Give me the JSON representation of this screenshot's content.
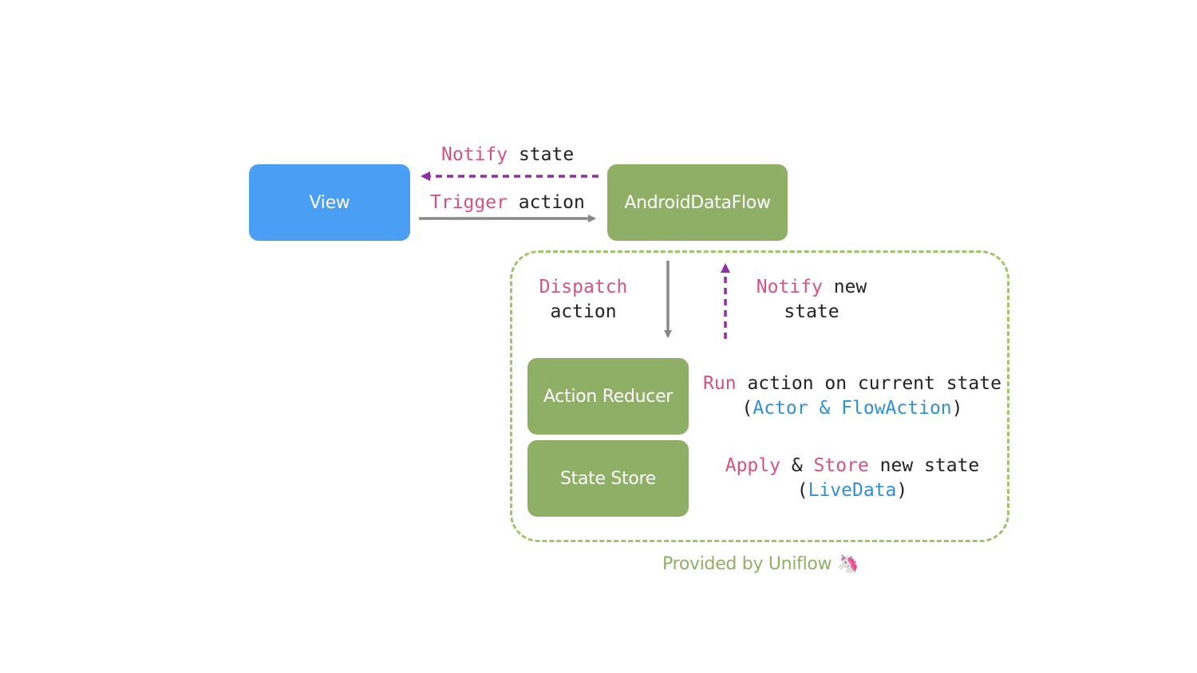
{
  "nodes": {
    "view": "View",
    "android_data_flow": "AndroidDataFlow",
    "action_reducer": "Action Reducer",
    "state_store": "State Store"
  },
  "edges": {
    "notify_state": {
      "keyword": "Notify",
      "rest": "state"
    },
    "trigger_action": {
      "keyword": "Trigger",
      "rest": "action"
    },
    "dispatch_action": {
      "keyword": "Dispatch",
      "line2": "action"
    },
    "notify_new_state": {
      "keyword": "Notify",
      "rest": "new",
      "line2": "state"
    }
  },
  "notes": {
    "run": {
      "keyword": "Run",
      "rest": "action on current state",
      "open": "(",
      "ref1": "Actor",
      "amp": "&",
      "ref2": "FlowAction",
      "close": ")"
    },
    "apply": {
      "keyword1": "Apply",
      "amp": "&",
      "keyword2": "Store",
      "rest": "new state",
      "open": "(",
      "ref": "LiveData",
      "close": ")"
    }
  },
  "footer": {
    "text": "Provided by Uniflow",
    "emoji": "🦄"
  },
  "colors": {
    "view_box": "#4a9ff5",
    "green_box": "#8faf66",
    "keyword": "#d6527f",
    "reference": "#2f8ed8",
    "notify_arrow": "#8e2fa8",
    "solid_arrow": "#888888",
    "group_border": "#9ec46e"
  }
}
